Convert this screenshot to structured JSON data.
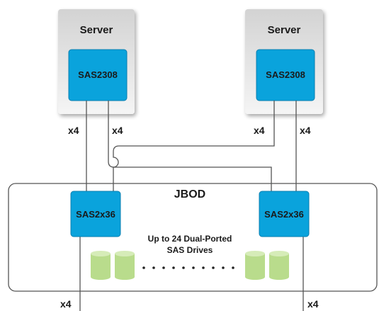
{
  "servers": [
    {
      "label": "Server",
      "chip": "SAS2308"
    },
    {
      "label": "Server",
      "chip": "SAS2308"
    }
  ],
  "jbod": {
    "label": "JBOD",
    "expanders": [
      "SAS2x36",
      "SAS2x36"
    ],
    "drives_caption_line1": "Up to 24 Dual-Ported",
    "drives_caption_line2": "SAS Drives"
  },
  "link_labels": {
    "server1_left": "x4",
    "server1_right": "x4",
    "server2_left": "x4",
    "server2_right": "x4",
    "bottom_left": "x4",
    "bottom_right": "x4"
  },
  "colors": {
    "chip": "#0aa3dc",
    "chip_border": "#0b7fb0",
    "server_bg_top": "#dcdcdc",
    "server_bg_bottom": "#f4f4f4",
    "drive": "#b9dc8c",
    "drive_top": "#d6ecb8",
    "wire": "#555555"
  }
}
